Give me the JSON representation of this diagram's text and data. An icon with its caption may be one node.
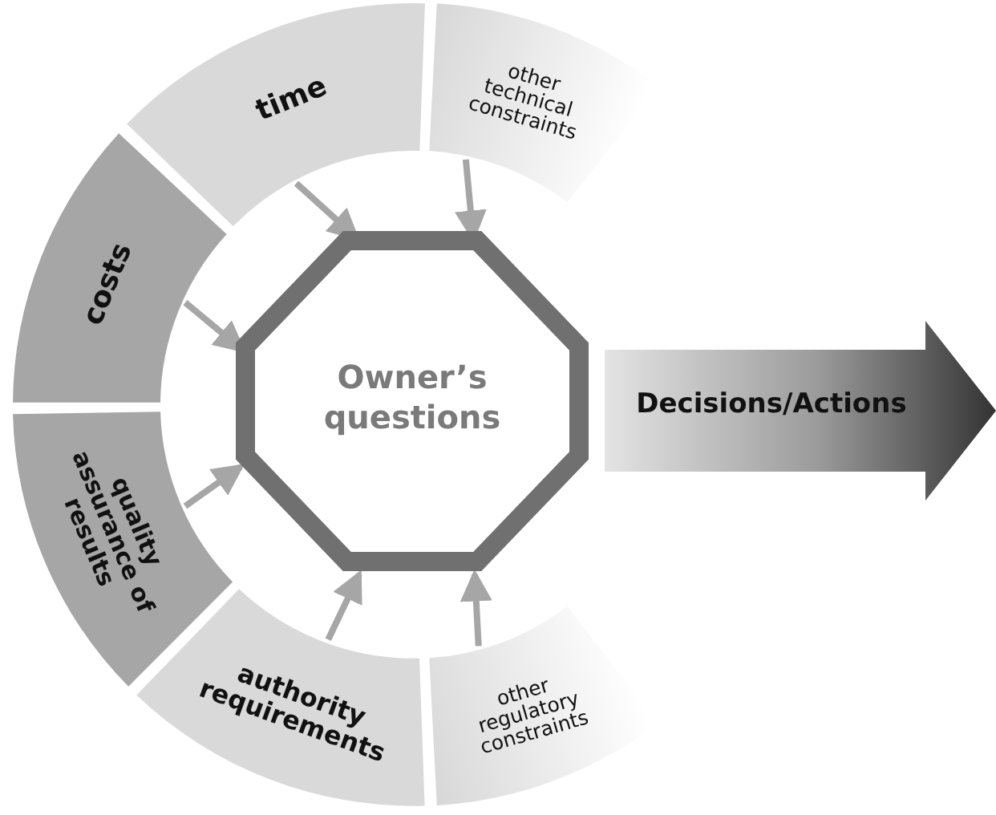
{
  "diagram": {
    "nodes": [
      {
        "text": [
          "time"
        ]
      },
      {
        "text": [
          "other technical constraints"
        ]
      },
      {
        "text": [
          "costs"
        ]
      },
      {
        "text": [
          "quality assurance of results"
        ]
      },
      {
        "text": [
          "authority requirements"
        ]
      },
      {
        "text": [
          "other regulatory constraints"
        ]
      },
      {
        "text": [
          "Owner’s questions"
        ]
      },
      {
        "text": [
          "Decisions/Actions"
        ]
      }
    ],
    "edges": [
      {
        "from": 0,
        "to": 6,
        "arrow": "to"
      },
      {
        "from": 1,
        "to": 6,
        "arrow": "to"
      },
      {
        "from": 2,
        "to": 6,
        "arrow": "to"
      },
      {
        "from": 3,
        "to": 6,
        "arrow": "to"
      },
      {
        "from": 4,
        "to": 6,
        "arrow": "to"
      },
      {
        "from": 5,
        "to": 6,
        "arrow": "to"
      }
    ]
  }
}
